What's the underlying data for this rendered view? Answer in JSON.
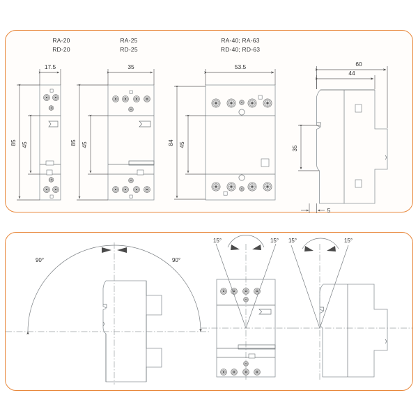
{
  "document": {
    "kind": "technical-dimension-drawing",
    "subject": "Modular installation contactor / relay dimensional and mounting-orientation drawings",
    "units": "mm",
    "degree_symbol": "°"
  },
  "panels": [
    {
      "id": "dimensions-panel",
      "name": "dimensions",
      "headers": [
        {
          "id": "hdr-ra20",
          "lines": [
            "RA-20",
            "RD-20"
          ]
        },
        {
          "id": "hdr-ra25",
          "lines": [
            "RA-25",
            "RD-25"
          ]
        },
        {
          "id": "hdr-ra40-63",
          "lines": [
            "RA-40; RA-63",
            "RD-40; RD-63"
          ]
        }
      ],
      "views": [
        {
          "id": "view-ra20-front",
          "model": "RA-20 / RD-20",
          "projection": "front",
          "width_mm": "17.5",
          "height_mm": "85",
          "inner_height_mm": "45",
          "poles": 2,
          "terminals_top": 2,
          "terminals_bottom": 2
        },
        {
          "id": "view-ra25-front",
          "model": "RA-25 / RD-25",
          "projection": "front",
          "width_mm": "35",
          "height_mm": "85",
          "inner_height_mm": "45",
          "poles": 4,
          "terminals_top": 4,
          "terminals_bottom": 4
        },
        {
          "id": "view-ra40-63-front",
          "model": "RA-40; RA-63 / RD-40; RD-63",
          "projection": "front",
          "width_mm": "53.5",
          "height_mm": "84",
          "inner_height_mm": "45",
          "poles": 4,
          "terminals_top": 4,
          "terminals_bottom": 4
        },
        {
          "id": "view-side",
          "projection": "side",
          "depth_total_mm": "60",
          "depth_body_mm": "44",
          "rail_height_mm": "35",
          "rail_offset_mm": "5"
        }
      ],
      "dimension_labels": [
        "17.5",
        "85",
        "45",
        "35",
        "85",
        "45",
        "53.5",
        "84",
        "45",
        "60",
        "44",
        "35",
        "5"
      ]
    },
    {
      "id": "mounting-orientation-panel",
      "name": "mounting-orientation",
      "views": [
        {
          "id": "view-rotation-90",
          "projection": "side",
          "note": "permissible mounting rotation about horizontal axis",
          "angle_left": "90°",
          "angle_right": "90°"
        },
        {
          "id": "view-tilt-front",
          "projection": "front",
          "note": "permissible tilt about vertical axis",
          "angle_left": "15°",
          "angle_right": "15°"
        },
        {
          "id": "view-tilt-side",
          "projection": "side",
          "note": "permissible tilt about vertical axis",
          "angle_left": "15°",
          "angle_right": "15°"
        }
      ],
      "angle_labels": [
        "90°",
        "90°",
        "15°",
        "15°",
        "15°",
        "15°"
      ]
    }
  ],
  "style": {
    "frame_color": "#e8883c",
    "panel_fill": "#fffdfb",
    "page_background": "#ffffff",
    "dimension_line_color": "#5b5b5b",
    "object_line_color": "#8d9499",
    "centerline_color": "#9aa0a4",
    "text_color": "#2f2f2f"
  }
}
